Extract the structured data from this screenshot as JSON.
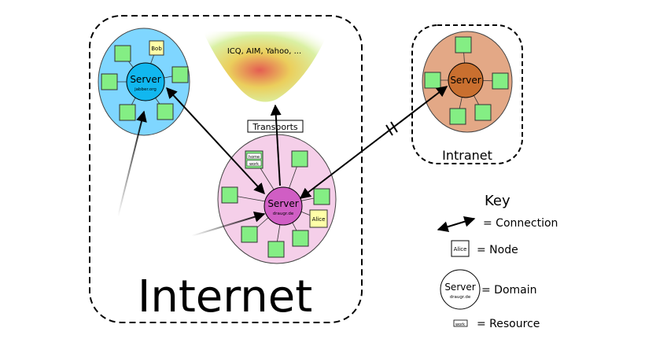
{
  "regions": {
    "internet_label": "Internet",
    "intranet_label": "Intranet"
  },
  "transports": {
    "protocols_label": "ICQ, AIM, Yahoo, ...",
    "box_label": "Transports"
  },
  "servers": {
    "jabber": {
      "label": "Server",
      "sub": "jabber.org"
    },
    "draugr": {
      "label": "Server",
      "sub": "draugr.de"
    },
    "intranet": {
      "label": "Server"
    }
  },
  "nodes": {
    "bob": "Bob",
    "alice": "Alice"
  },
  "resources": {
    "home": "home",
    "work": "work"
  },
  "key": {
    "title": "Key",
    "connection": "= Connection",
    "node": "= Node",
    "node_sample": "Alice",
    "domain": "= Domain",
    "domain_server": "Server",
    "domain_sub": "draugr.de",
    "resource": "= Resource",
    "resource_sample": "work"
  },
  "colors": {
    "jabber_domain": "#7fd6ff",
    "draugr_domain": "#f5cfe9",
    "intranet_domain": "#e3a886",
    "jabber_server": "#11b7ef",
    "draugr_server": "#d05ec4",
    "intranet_server": "#c96f2f",
    "node_green": "#84ee84",
    "node_yellow": "#ffffa8"
  }
}
